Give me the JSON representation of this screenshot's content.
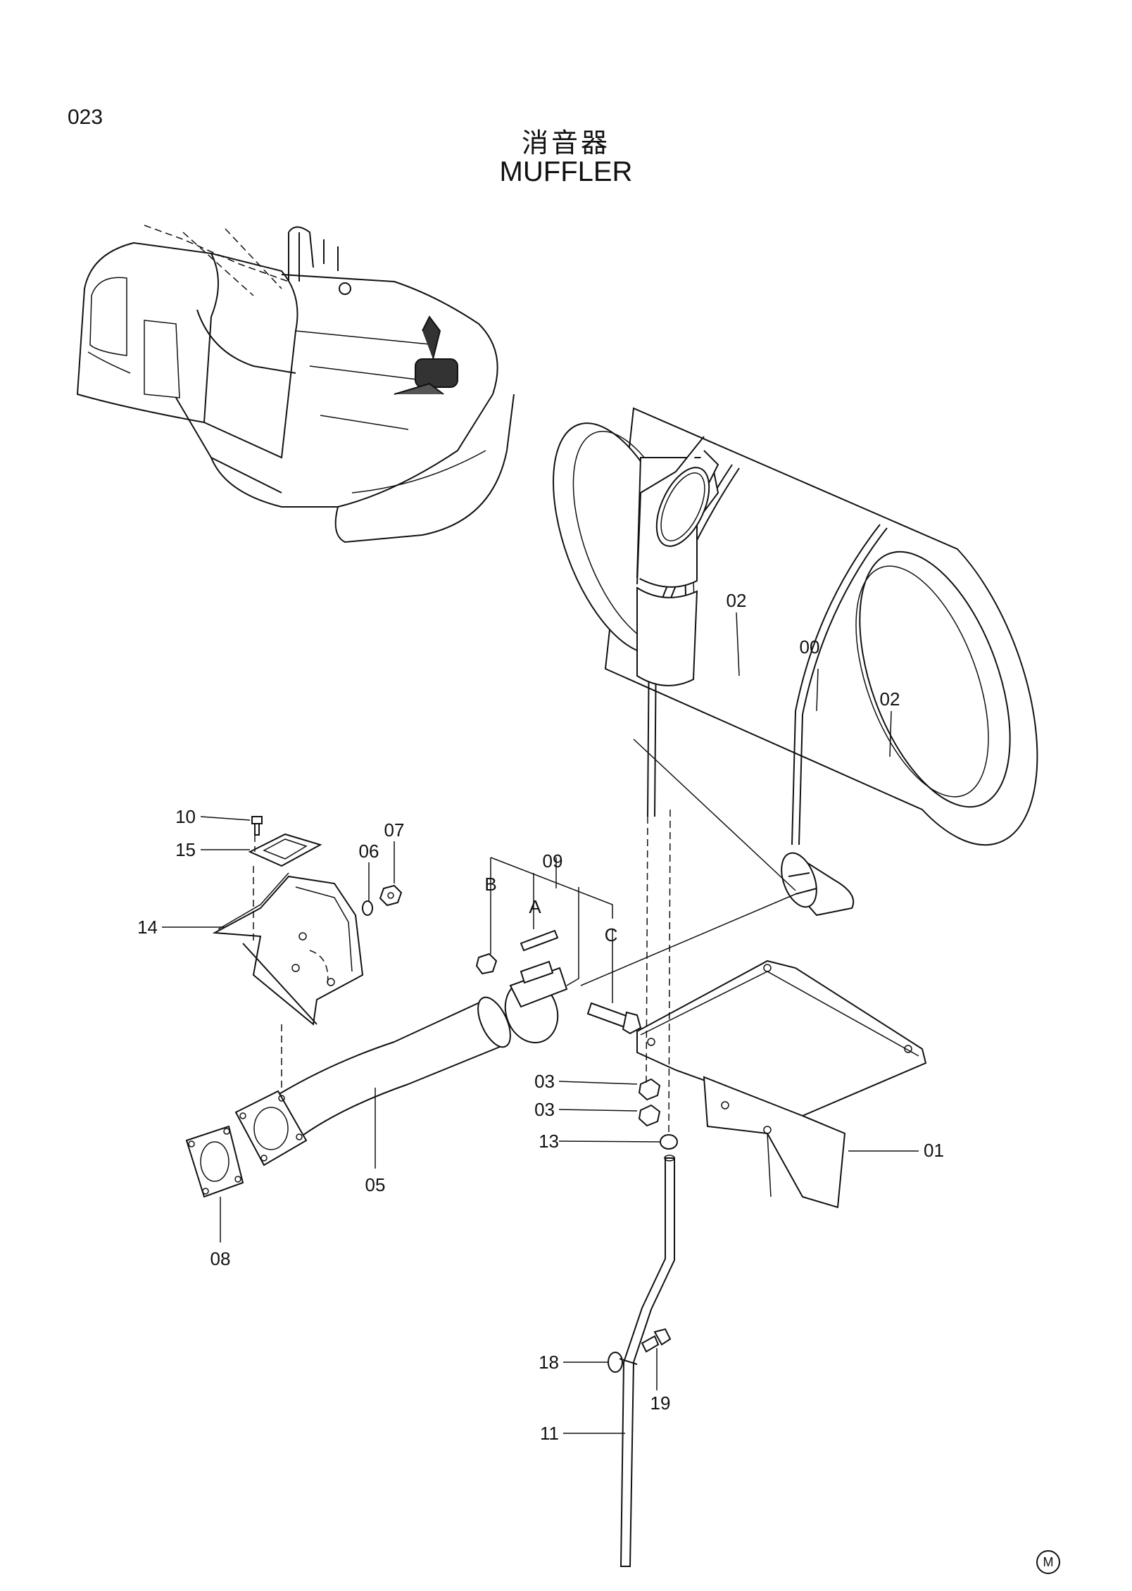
{
  "page": {
    "number": "023",
    "title_cn": "消音器",
    "title_en": "MUFFLER",
    "corner_mark": "M"
  },
  "callouts": {
    "c00": "00",
    "c01": "01",
    "c02a": "02",
    "c02b": "02",
    "c03a": "03",
    "c03b": "03",
    "c05": "05",
    "c06": "06",
    "c07": "07",
    "c08": "08",
    "c09": "09",
    "c10": "10",
    "c11": "11",
    "c13": "13",
    "c14": "14",
    "c15": "15",
    "c18": "18",
    "c19": "19",
    "cA": "A",
    "cB": "B",
    "cC": "C"
  }
}
